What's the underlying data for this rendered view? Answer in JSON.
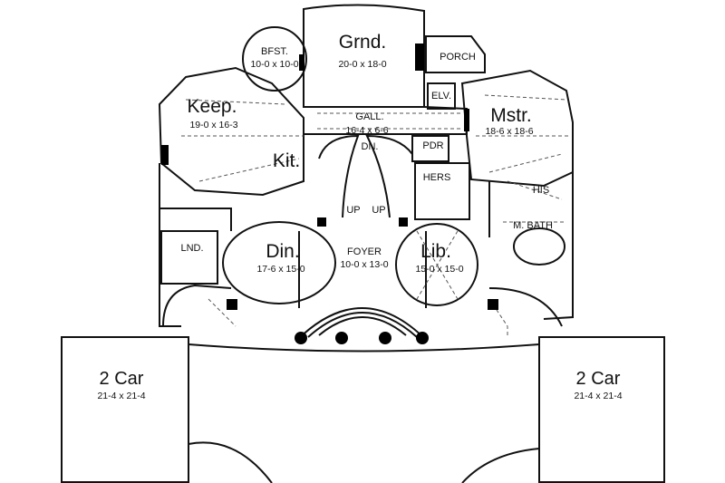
{
  "rooms": {
    "grand": {
      "name": "Grnd.",
      "size": "20-0 x 18-0"
    },
    "bfst": {
      "name": "BFST.",
      "size": "10-0 x 10-0"
    },
    "porch": {
      "name": "PORCH"
    },
    "elv": {
      "name": "ELV."
    },
    "keep": {
      "name": "Keep.",
      "size": "19-0 x 16-3"
    },
    "gall": {
      "name": "GALL.",
      "size": "16-4 x 6-6"
    },
    "dn": {
      "name": "DN."
    },
    "pdr": {
      "name": "PDR"
    },
    "mstr": {
      "name": "Mstr.",
      "size": "18-6 x 18-6"
    },
    "kit": {
      "name": "Kit."
    },
    "hers": {
      "name": "HERS"
    },
    "his": {
      "name": "HIS"
    },
    "up1": {
      "name": "UP"
    },
    "up2": {
      "name": "UP"
    },
    "mbath": {
      "name": "M. BATH"
    },
    "lnd": {
      "name": "LND."
    },
    "din": {
      "name": "Din.",
      "size": "17-6 x 15-0"
    },
    "foyer": {
      "name": "FOYER",
      "size": "10-0 x 13-0"
    },
    "lib": {
      "name": "Lib.",
      "size": "15-0 x 15-0"
    },
    "car_left": {
      "name": "2 Car",
      "size": "21-4 x 21-4"
    },
    "car_right": {
      "name": "2 Car",
      "size": "21-4 x 21-4"
    }
  },
  "colors": {
    "line": "#111111",
    "dashed": "#555555",
    "fill": "#000000",
    "background": "#ffffff"
  }
}
